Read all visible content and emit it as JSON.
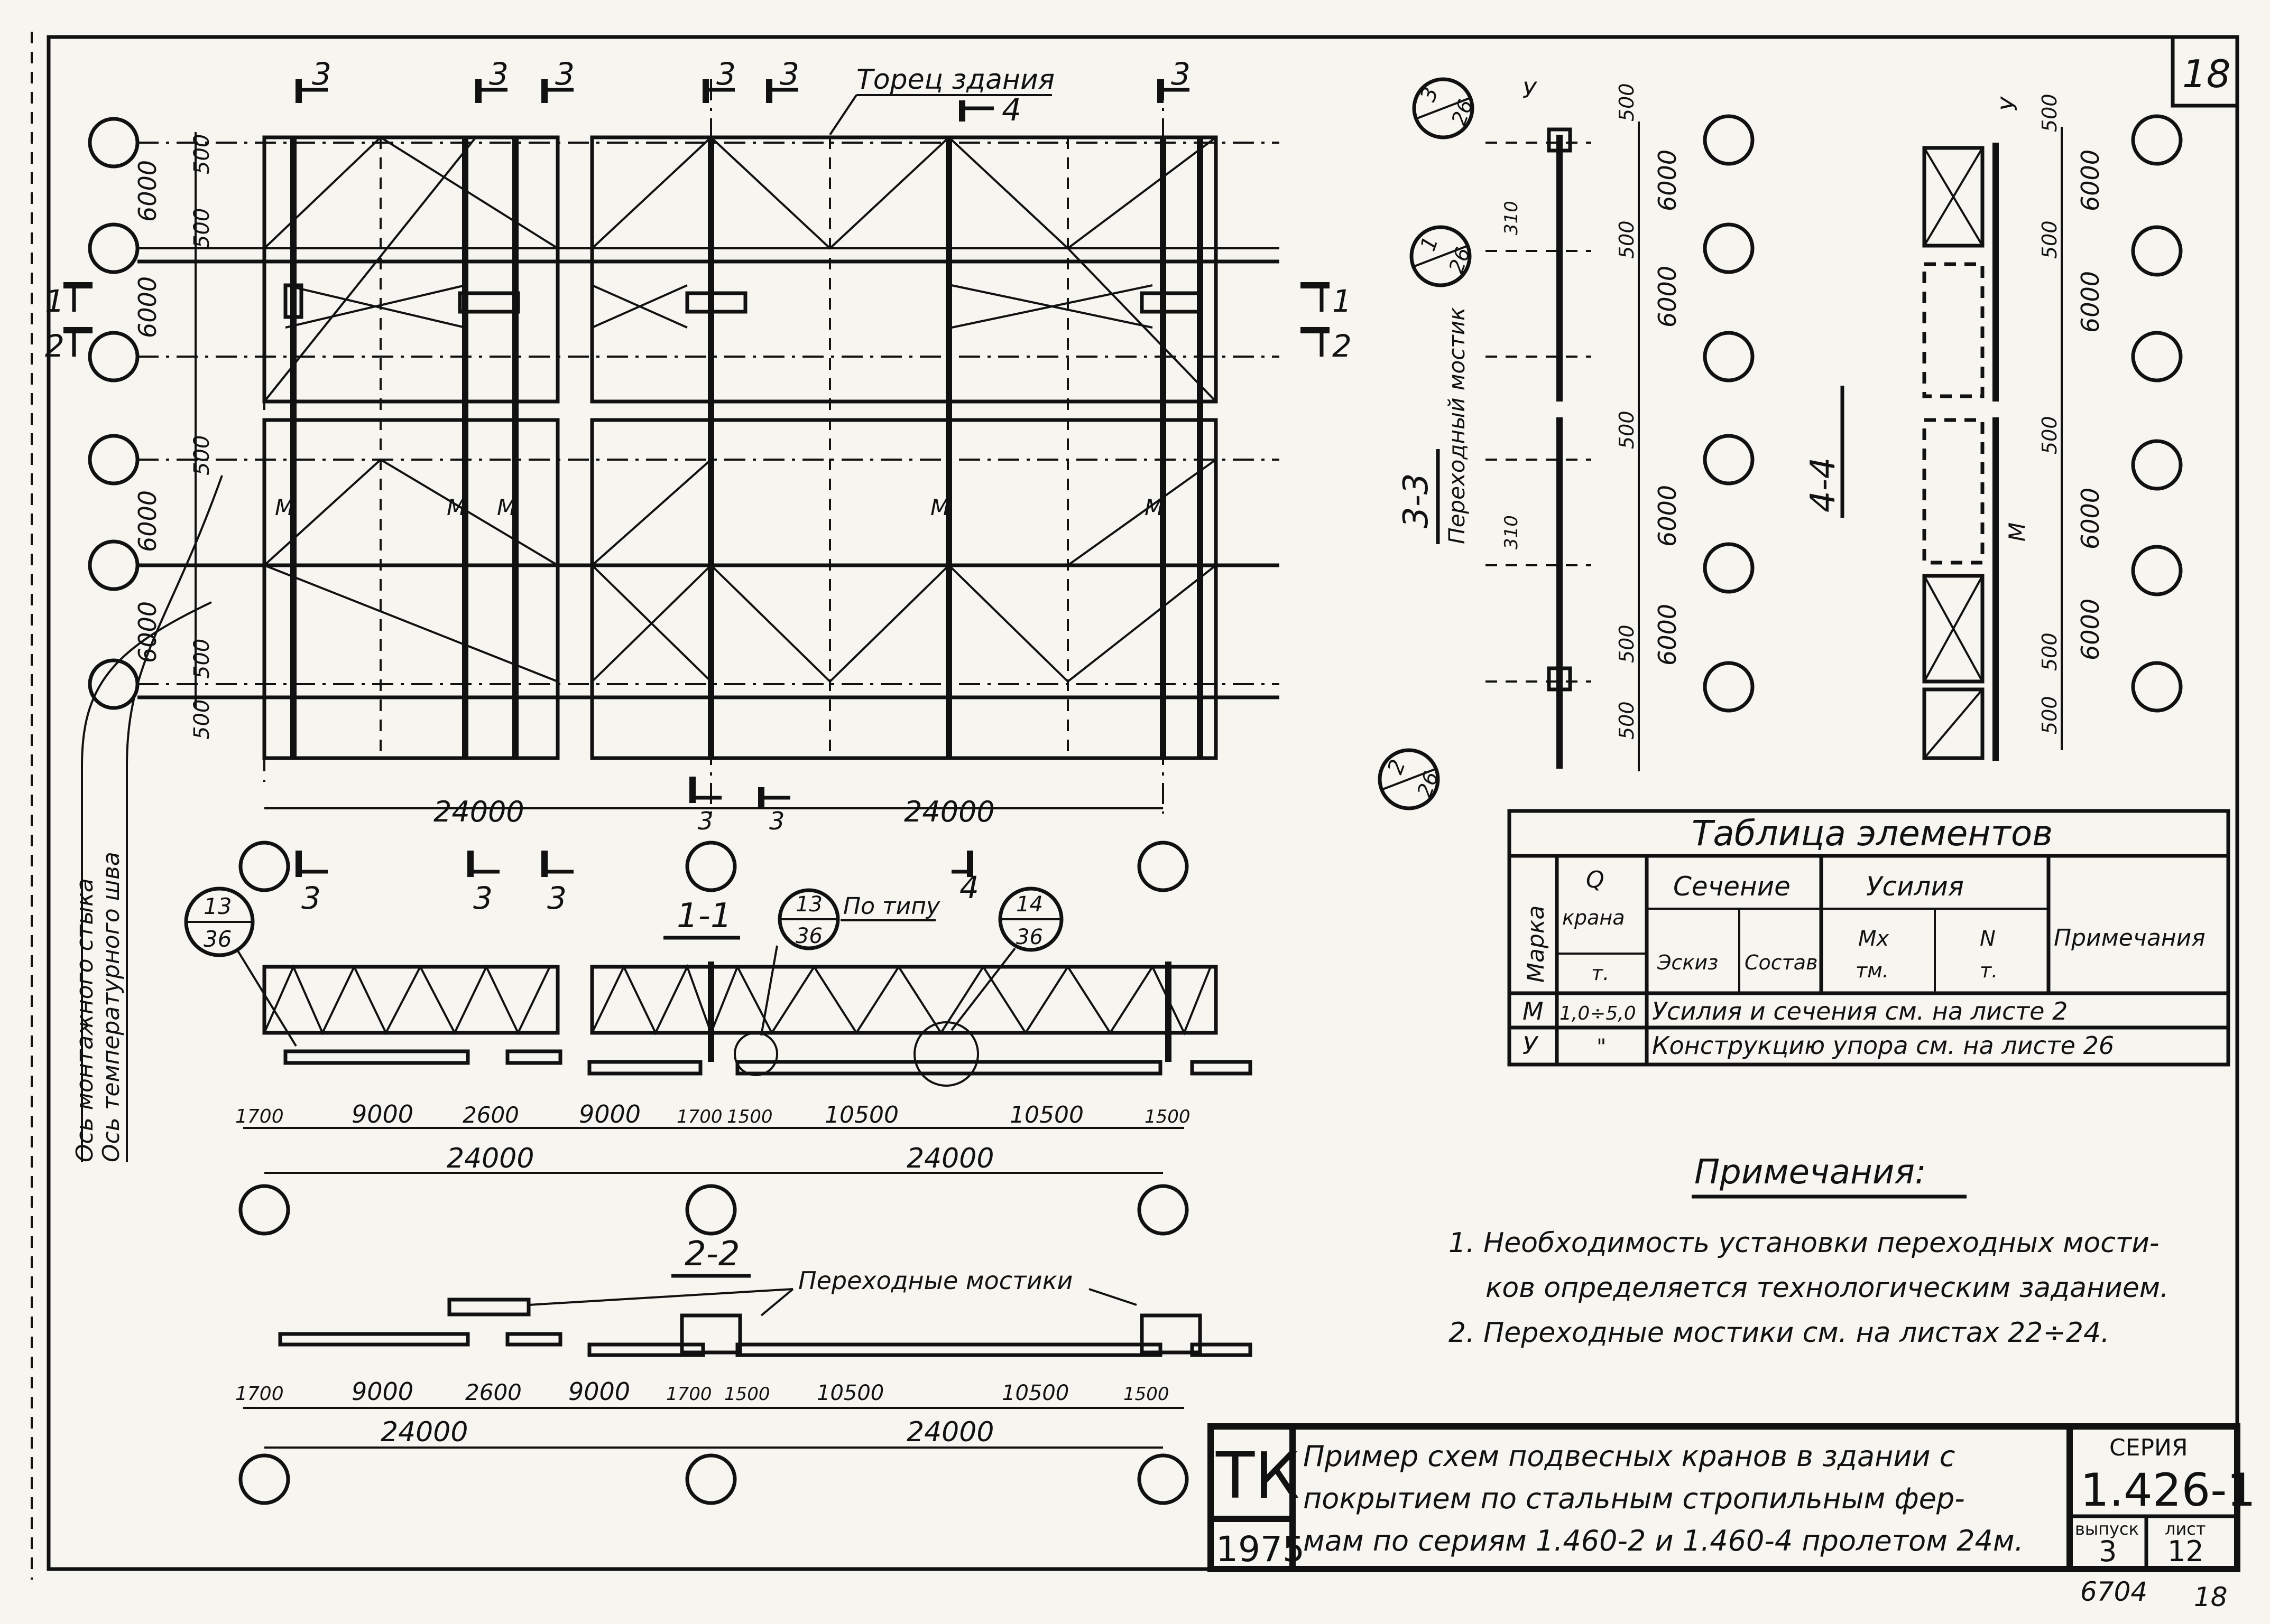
{
  "sheet_number_corner": "18",
  "plan": {
    "section_marks": [
      "3",
      "3",
      "3",
      "3",
      "3",
      "3",
      "4",
      "1",
      "2",
      "1",
      "2"
    ],
    "facade_label": "Торец здания",
    "dims_left": [
      "500",
      "6000",
      "500",
      "6000",
      "6000",
      "500",
      "6000",
      "500",
      "500"
    ],
    "span_dims": [
      "24000",
      "24000"
    ],
    "member_mark": "М",
    "bottom_marks": [
      "3",
      "3",
      "3",
      "3",
      "3",
      "4"
    ]
  },
  "side_labels": {
    "axis_column": "Ось монтажного стыка",
    "axis_expansion": "Ось температурного шва"
  },
  "section_1_1": {
    "title": "1-1",
    "callouts": [
      {
        "top": "13",
        "bottom": "36"
      },
      {
        "top": "13",
        "bottom": "36"
      },
      {
        "top": "14",
        "bottom": "36"
      }
    ],
    "by_type": "По типу",
    "dims": [
      "1700",
      "9000",
      "2600",
      "9000",
      "1700",
      "1500",
      "10500",
      "10500",
      "1500"
    ],
    "span_dims": [
      "24000",
      "24000"
    ]
  },
  "section_2_2": {
    "title": "2-2",
    "platforms_label": "Переходные мостики",
    "dims": [
      "1700",
      "9000",
      "2600",
      "9000",
      "1700",
      "1500",
      "10500",
      "10500",
      "1500"
    ],
    "span_dims": [
      "24000",
      "24000"
    ]
  },
  "section_3_3": {
    "title": "3-3",
    "subtitle": "Переходный мостик",
    "callouts": [
      {
        "top": "3",
        "bottom": "26"
      },
      {
        "top": "1",
        "bottom": "26"
      },
      {
        "top": "2",
        "bottom": "26"
      }
    ],
    "stop_mark": "У",
    "dims": [
      "500",
      "6000",
      "310",
      "500",
      "6000",
      "500",
      "310",
      "6000",
      "500",
      "6000",
      "500"
    ]
  },
  "section_4_4": {
    "title": "4-4",
    "stop_mark": "У",
    "member_mark": "М",
    "dims": [
      "500",
      "6000",
      "500",
      "6000",
      "500",
      "6000",
      "500",
      "6000",
      "500"
    ]
  },
  "elements_table": {
    "title": "Таблица элементов",
    "headers": {
      "mark": "Марка",
      "q": "Q",
      "q_sub": "крана",
      "q_unit": "т.",
      "section": "Сечение",
      "sketch": "Эскиз",
      "composition": "Состав",
      "forces": "Усилия",
      "mx": "Мх",
      "mx_unit": "тм.",
      "n": "N",
      "n_unit": "т.",
      "notes": "Примечания"
    },
    "rows": [
      {
        "mark": "М",
        "q": "1,0÷5,0",
        "text": "Усилия и сечения см. на листе 2"
      },
      {
        "mark": "У",
        "q": "\"",
        "text": "Конструкцию упора см. на листе 26"
      }
    ]
  },
  "notes": {
    "title": "Примечания:",
    "items": [
      "1. Необходимость установки переходных мости-",
      "ков определяется технологическим заданием.",
      "2. Переходные мостики см. на листах 22÷24."
    ]
  },
  "title_block": {
    "org": "ТК",
    "year": "1975",
    "description_lines": [
      "Пример схем подвесных кранов в здании с",
      "покрытием по стальным стропильным фер-",
      "мам по сериям 1.460-2 и 1.460-4 пролетом 24м."
    ],
    "series_label": "СЕРИЯ",
    "series_value": "1.426-1",
    "issue_label": "выпуск",
    "issue_value": "3",
    "sheet_label": "лист",
    "sheet_value": "12"
  },
  "footer": {
    "archive_no": "6704",
    "page": "18"
  }
}
